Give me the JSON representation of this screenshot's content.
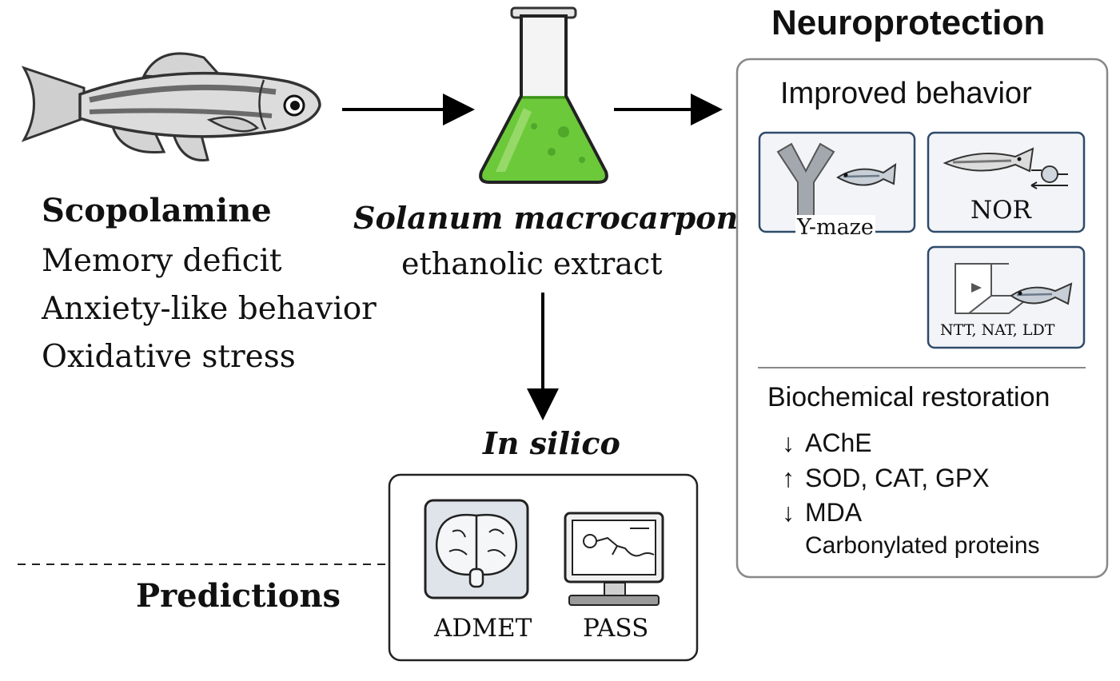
{
  "scopolamine": {
    "title": "Scopolamine",
    "effects": [
      "Memory deficit",
      "Anxiety-like behavior",
      "Oxidative stress"
    ]
  },
  "extract": {
    "name": "Solanum macrocarpon",
    "type": "ethanolic extract"
  },
  "in_silico": {
    "title": "In silico",
    "tools": [
      "ADMET",
      "PASS"
    ]
  },
  "predictions_label": "Predictions",
  "neuroprotection": {
    "title": "Neuroprotection",
    "improved_behavior": {
      "title": "Improved behavior",
      "tests": [
        "Y-maze",
        "NOR",
        "NTT, NAT, LDT"
      ]
    },
    "biochemical_restoration": {
      "title": "Biochemical restoration",
      "items": [
        {
          "marker": "↓",
          "text": "AChE"
        },
        {
          "marker": "↑",
          "text": "SOD, CAT, GPX"
        },
        {
          "marker": "↓",
          "text": "MDA"
        },
        {
          "marker": "",
          "text": "Carbonylated proteins"
        }
      ]
    }
  },
  "colors": {
    "extract_green": "#6cc93a",
    "box_border": "#888888",
    "panel_border": "#2f4a6a",
    "panel_fill": "#f2f4f7"
  },
  "icons": [
    "zebrafish-icon",
    "flask-icon",
    "y-maze-icon",
    "nor-icon",
    "tank-icon",
    "brain-icon",
    "computer-icon"
  ]
}
